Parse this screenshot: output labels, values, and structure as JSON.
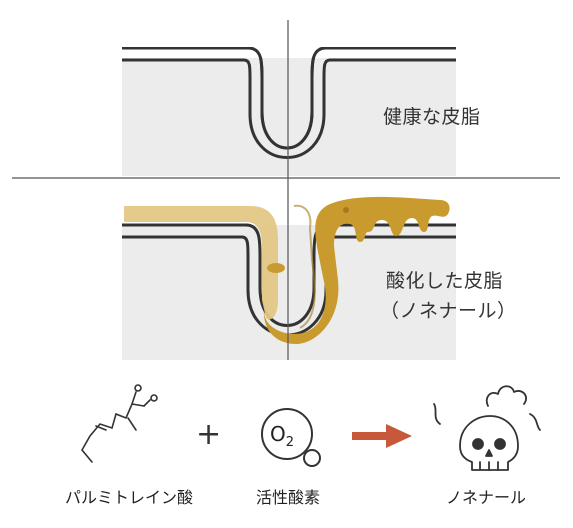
{
  "labels": {
    "healthy": "健康な皮脂",
    "oxidized_line1": "酸化した皮脂",
    "oxidized_line2": "（ノネナール）"
  },
  "formula": {
    "reactant1": "パルミトレイン酸",
    "plus": "+",
    "reactant2": "活性酸素",
    "oxygen_symbol": "O",
    "oxygen_subscript": "2",
    "product": "ノネナール"
  },
  "colors": {
    "panel_bg": "#ececec",
    "sebum": "#c99a2e",
    "sebum_light": "#e3c886",
    "arrow": "#c7593a",
    "line": "#333333"
  }
}
